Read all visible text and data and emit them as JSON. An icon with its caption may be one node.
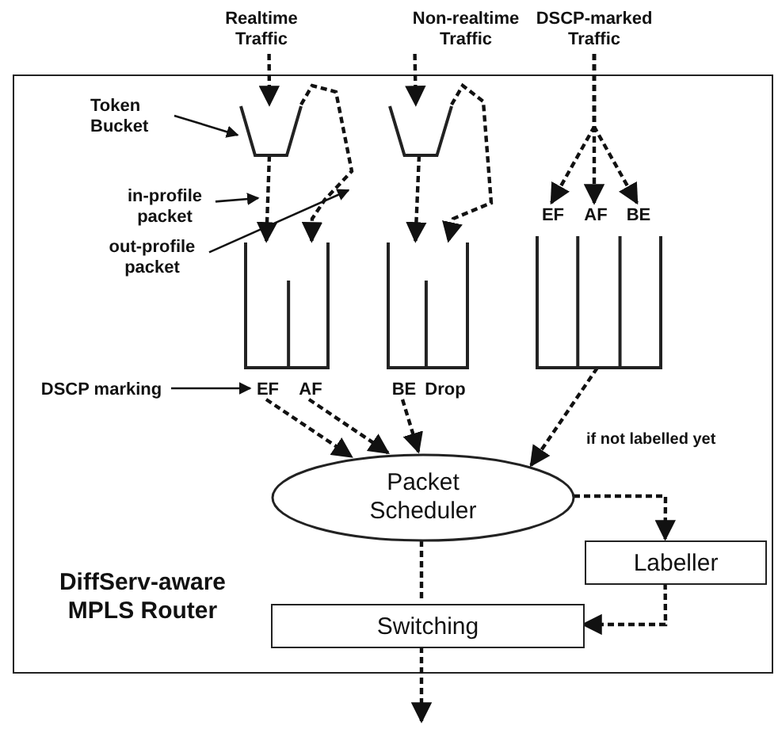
{
  "diagram": {
    "nodes": [
      {
        "text": [
          "DiffServ-aware MPLS Router"
        ]
      },
      {
        "text": [
          "Realtime Traffic"
        ]
      },
      {
        "text": [
          "Non-realtime Traffic"
        ]
      },
      {
        "text": [
          "DSCP-marked Traffic"
        ]
      },
      {
        "text": [
          "Token Bucket"
        ],
        "in": 0
      },
      {
        "text": [],
        "shape": "bucket",
        "in": 0
      },
      {
        "text": [],
        "shape": "bucket",
        "in": 0
      },
      {
        "text": [
          "in-profile packet"
        ],
        "in": 0
      },
      {
        "text": [
          "out-profile packet"
        ],
        "in": 0
      },
      {
        "text": [],
        "shape": "queue",
        "in": 0
      },
      {
        "text": [],
        "shape": "queue",
        "in": 0
      },
      {
        "text": [],
        "shape": "queue",
        "in": 0
      },
      {
        "text": [
          "EF"
        ],
        "in": 0
      },
      {
        "text": [
          "AF"
        ],
        "in": 0
      },
      {
        "text": [
          "BE"
        ],
        "in": 0
      },
      {
        "text": [
          "Drop"
        ],
        "in": 0
      },
      {
        "text": [
          "EF"
        ],
        "in": 0
      },
      {
        "text": [
          "AF"
        ],
        "in": 0
      },
      {
        "text": [
          "BE"
        ],
        "in": 0
      },
      {
        "text": [
          "DSCP marking"
        ],
        "in": 0
      },
      {
        "text": [
          "Packet Scheduler"
        ],
        "in": 0
      },
      {
        "text": [
          "Labeller"
        ],
        "in": 0
      },
      {
        "text": [
          "Switching"
        ],
        "in": 0
      }
    ],
    "edges": [
      {
        "from": 1,
        "to": 5,
        "arrow": "to",
        "style": "dashed"
      },
      {
        "from": 5,
        "to": 9,
        "arrow": "to",
        "style": "dashed"
      },
      {
        "from": 5,
        "to": 9,
        "arrow": "to",
        "style": "dashed"
      },
      {
        "from": 2,
        "to": 6,
        "arrow": "to",
        "style": "dashed"
      },
      {
        "from": 6,
        "to": 10,
        "arrow": "to",
        "style": "dashed"
      },
      {
        "from": 6,
        "to": 10,
        "arrow": "to",
        "style": "dashed"
      },
      {
        "from": 3,
        "to": 16,
        "arrow": "to",
        "style": "dashed"
      },
      {
        "from": 3,
        "to": 17,
        "arrow": "to",
        "style": "dashed"
      },
      {
        "from": 3,
        "to": 18,
        "arrow": "to",
        "style": "dashed"
      },
      {
        "from": 4,
        "to": 5,
        "arrow": "to"
      },
      {
        "from": 7,
        "to": null,
        "arrow": "to"
      },
      {
        "from": 8,
        "to": null,
        "arrow": "to"
      },
      {
        "from": 19,
        "to": 12,
        "arrow": "to"
      },
      {
        "from": 12,
        "to": 20,
        "arrow": "to",
        "style": "dashed"
      },
      {
        "from": 13,
        "to": 20,
        "arrow": "to",
        "style": "dashed"
      },
      {
        "from": 14,
        "to": 20,
        "arrow": "to",
        "style": "dashed"
      },
      {
        "from": 11,
        "to": 20,
        "arrow": "to",
        "style": "dashed"
      },
      {
        "from": 20,
        "to": 21,
        "arrow": "to",
        "style": "dashed",
        "label": "if not labelled yet"
      },
      {
        "from": 20,
        "to": 22,
        "arrow": "none",
        "style": "dashed"
      },
      {
        "from": 21,
        "to": 22,
        "arrow": "to",
        "style": "dashed"
      },
      {
        "from": 22,
        "to": null,
        "arrow": "to",
        "style": "dashed"
      }
    ]
  }
}
